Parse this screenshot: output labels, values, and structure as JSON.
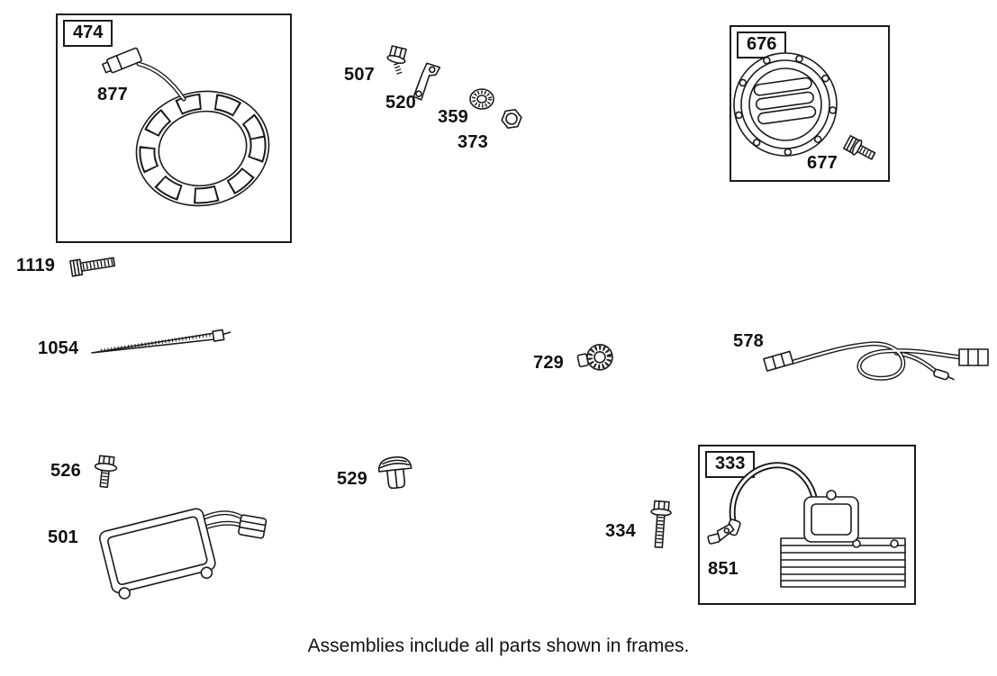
{
  "caption": "Assemblies include all parts shown in frames.",
  "frames": {
    "f474": {
      "label": "474"
    },
    "f676": {
      "label": "676"
    },
    "f333": {
      "label": "333"
    }
  },
  "parts": {
    "p877": {
      "label": "877"
    },
    "p507": {
      "label": "507"
    },
    "p520": {
      "label": "520"
    },
    "p359": {
      "label": "359"
    },
    "p373": {
      "label": "373"
    },
    "p677": {
      "label": "677"
    },
    "p1119": {
      "label": "1119"
    },
    "p1054": {
      "label": "1054"
    },
    "p729": {
      "label": "729"
    },
    "p578": {
      "label": "578"
    },
    "p526": {
      "label": "526"
    },
    "p501": {
      "label": "501"
    },
    "p529": {
      "label": "529"
    },
    "p334": {
      "label": "334"
    },
    "p851": {
      "label": "851"
    }
  }
}
